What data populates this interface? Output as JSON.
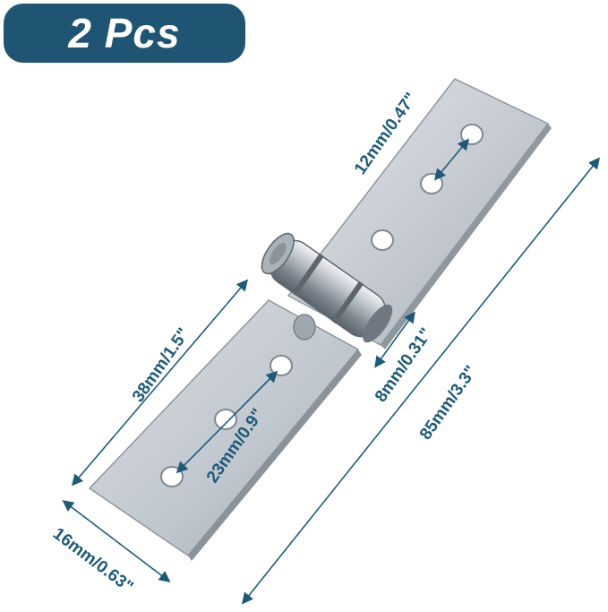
{
  "badge": {
    "label": "2 Pcs",
    "color": "#1f5573"
  },
  "product": {
    "subject": "hinge-photo"
  },
  "dimensions": {
    "top_hole_spacing": "12mm/0.47\"",
    "total_length": "85mm/3.3\"",
    "knuckle_length": "8mm/0.31\"",
    "leaf_length": "38mm/1.5\"",
    "bottom_hole_spacing": "23mm/0.9\"",
    "width": "16mm/0.63\""
  },
  "colors": {
    "dimension_line": "#1e5a78",
    "metal": "#c3c9cf"
  }
}
